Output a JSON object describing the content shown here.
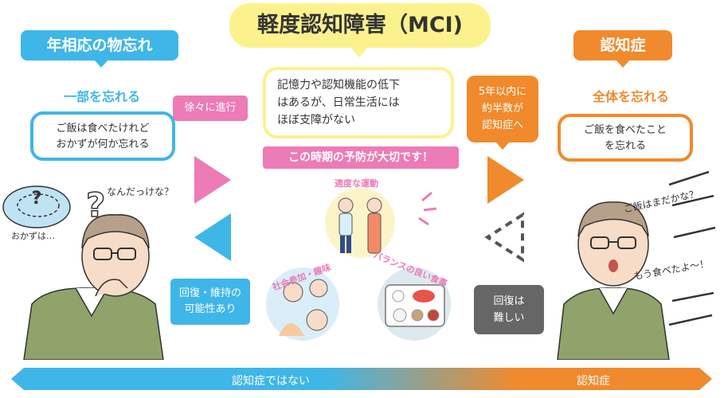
{
  "left": {
    "title": "年相応の物忘れ",
    "heading": "一部を忘れる",
    "box_lines": [
      "ご飯は食べたけれど",
      "おかずが何か忘れる"
    ],
    "thought": "なんだっけな？",
    "plate_label": "おかずは…"
  },
  "center": {
    "title": "軽度認知障害（MCI)",
    "box_lines": [
      "記憶力や認知機能の低下",
      "はあるが、日常生活には",
      "ほぼ支障がない"
    ],
    "banner": "この時期の予防が大切です！",
    "activities": [
      "適度な運動",
      "社会参加・趣味",
      "バランスの良い食事"
    ]
  },
  "right": {
    "title": "認知症",
    "heading": "全体を忘れる",
    "box_lines": [
      "ご飯を食べたこと",
      "を忘れる"
    ],
    "speech1": "ご飯はまだかな？",
    "speech2": "もう食べたよ～！"
  },
  "labels": {
    "progress": "徐々に進行",
    "recovery_lines": [
      "回復・維持の",
      "可能性あり"
    ],
    "to_dementia_lines": [
      "5年以内に",
      "約半数が",
      "認知症へ"
    ],
    "no_recovery_lines": [
      "回復は",
      "難しい"
    ]
  },
  "bottom_bar": {
    "left_text": "認知症ではない",
    "right_text": "認知症"
  },
  "colors": {
    "blue": "#3fb6e8",
    "yellow": "#fbf28d",
    "orange": "#f08a2c",
    "pink": "#ec7bb6",
    "gray": "#666666"
  }
}
